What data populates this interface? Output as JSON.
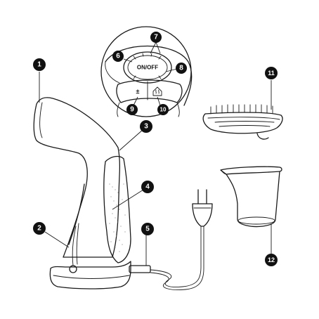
{
  "callouts": [
    {
      "id": "1",
      "label": "1"
    },
    {
      "id": "2",
      "label": "2"
    },
    {
      "id": "3",
      "label": "3"
    },
    {
      "id": "4",
      "label": "4"
    },
    {
      "id": "5",
      "label": "5"
    },
    {
      "id": "6",
      "label": "6"
    },
    {
      "id": "7",
      "label": "7"
    },
    {
      "id": "8",
      "label": "8"
    },
    {
      "id": "9",
      "label": "9"
    },
    {
      "id": "10",
      "label": "10"
    },
    {
      "id": "11",
      "label": "11"
    },
    {
      "id": "12",
      "label": "12"
    }
  ],
  "control_panel": {
    "power_label": "ON/OFF",
    "plus_minus_symbol": "±"
  },
  "colors": {
    "line": "#1a1a1a",
    "badge": "#111111",
    "badge_text": "#ffffff"
  }
}
